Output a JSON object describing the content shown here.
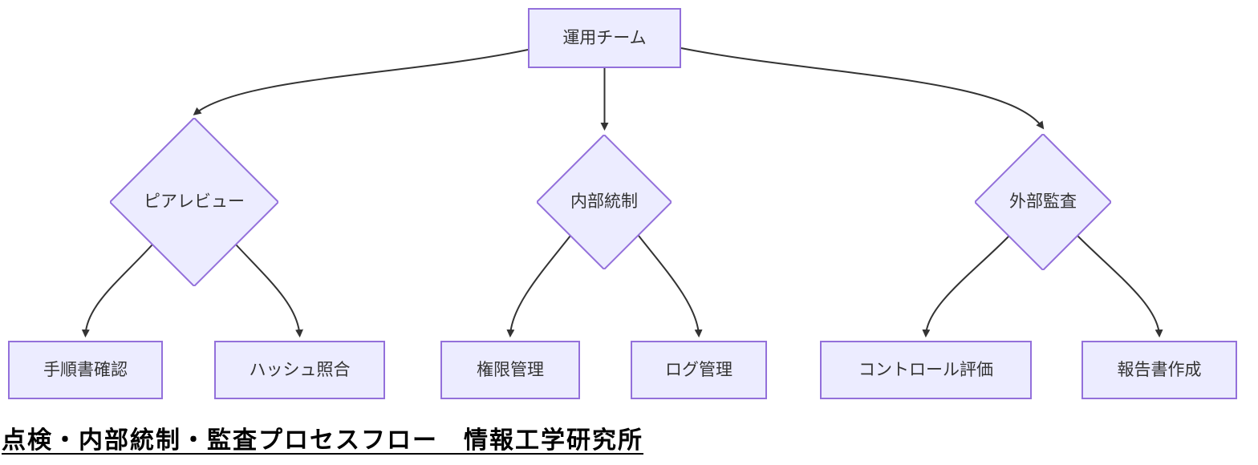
{
  "diagram": {
    "root": {
      "label": "運用チーム"
    },
    "branches": [
      {
        "label": "ピアレビュー",
        "children": [
          {
            "label": "手順書確認"
          },
          {
            "label": "ハッシュ照合"
          }
        ]
      },
      {
        "label": "内部統制",
        "children": [
          {
            "label": "権限管理"
          },
          {
            "label": "ログ管理"
          }
        ]
      },
      {
        "label": "外部監査",
        "children": [
          {
            "label": "コントロール評価"
          },
          {
            "label": "報告書作成"
          }
        ]
      }
    ]
  },
  "caption": {
    "text": "点検・内部統制・監査プロセスフロー　情報工学研究所"
  },
  "colors": {
    "node_fill": "#ECECFF",
    "node_border": "#9370DB",
    "edge": "#333333",
    "node_text": "#333333",
    "caption_text": "#000000"
  }
}
